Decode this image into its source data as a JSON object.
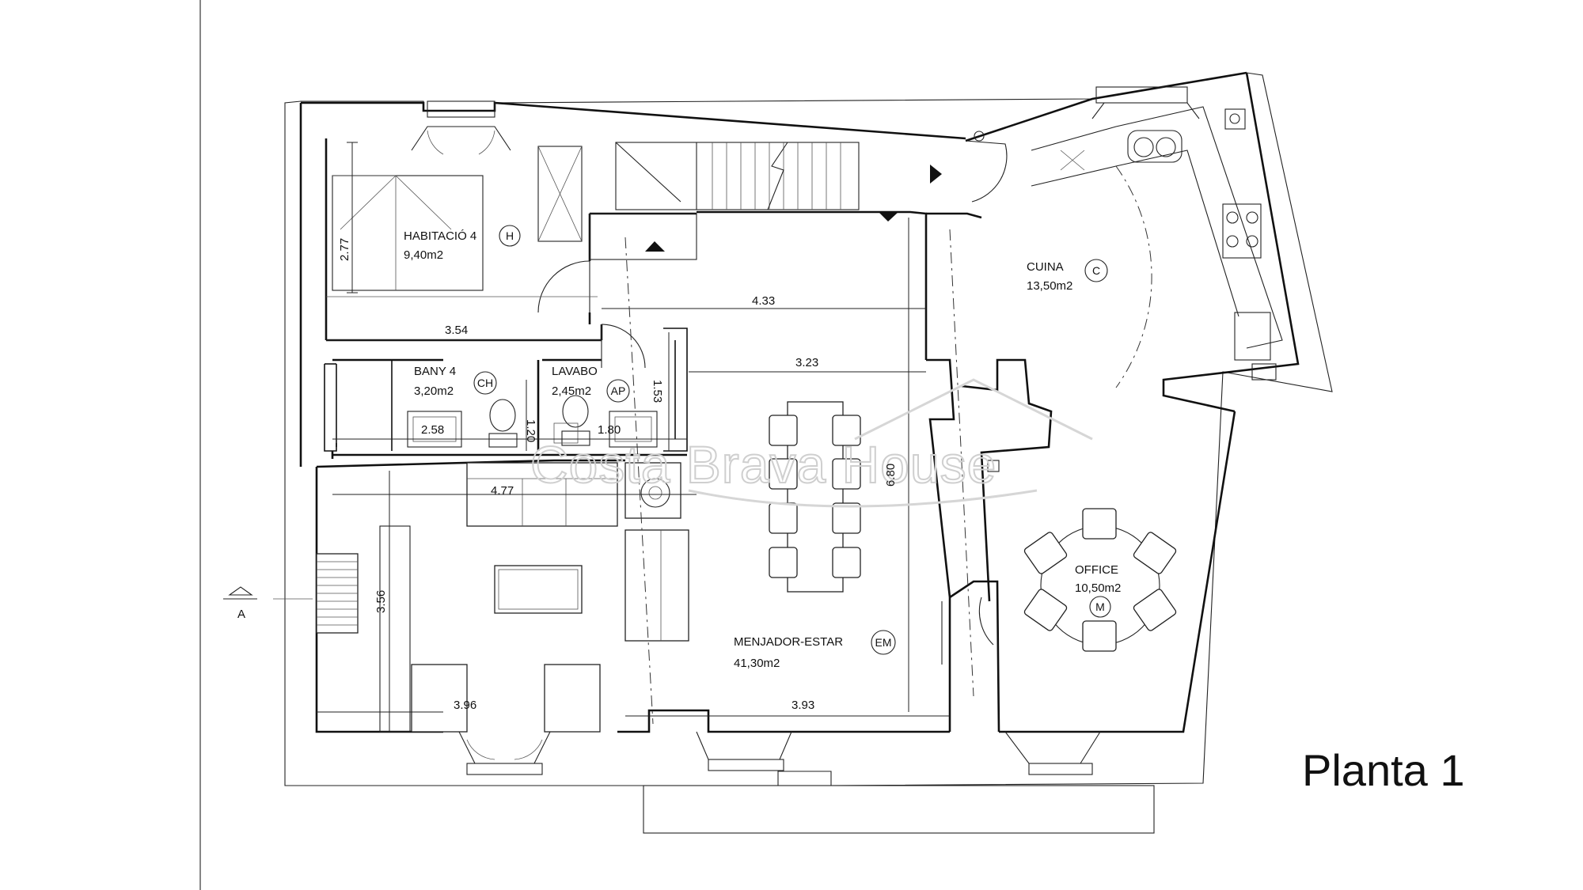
{
  "plan": {
    "title": "Planta 1",
    "watermark": "Costa Brava House",
    "section_marker": "A",
    "rooms": [
      {
        "name": "HABITACIÓ 4",
        "area": "9,40m2",
        "code": "H"
      },
      {
        "name": "BANY 4",
        "area": "3,20m2",
        "code": "CH"
      },
      {
        "name": "LAVABO",
        "area": "2,45m2",
        "code": "AP"
      },
      {
        "name": "CUINA",
        "area": "13,50m2",
        "code": "C"
      },
      {
        "name": "OFFICE",
        "area": "10,50m2",
        "code": "M"
      },
      {
        "name": "MENJADOR-ESTAR",
        "area": "41,30m2",
        "code": "EM"
      }
    ],
    "dimensions": [
      "2.77",
      "3.54",
      "4.33",
      "3.23",
      "1.20",
      "1.53",
      "2.58",
      "1.80",
      "4.77",
      "6.80",
      "3.56",
      "3.96",
      "3.93"
    ]
  }
}
